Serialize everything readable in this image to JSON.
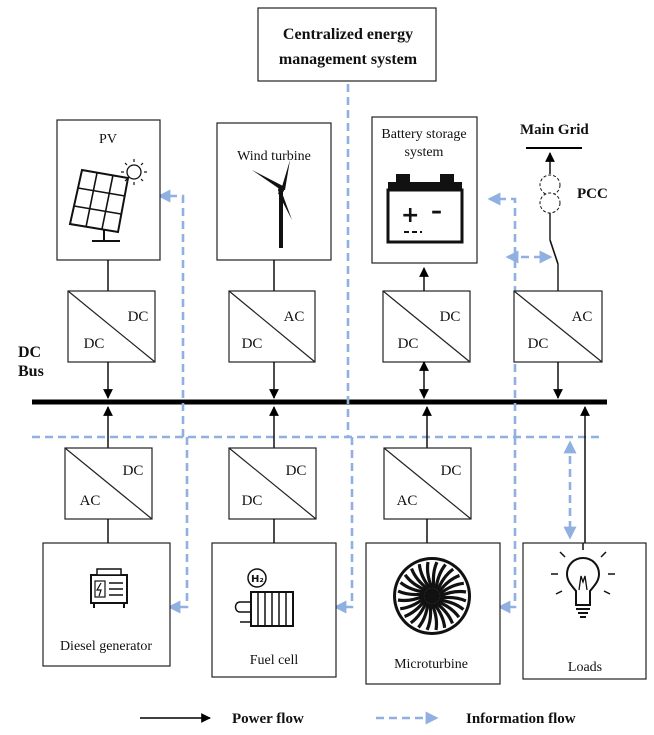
{
  "diagram": {
    "cems_title_line1": "Centralized energy",
    "cems_title_line2": "management system",
    "dc_bus_line1": "DC",
    "dc_bus_line2": "Bus",
    "main_grid": "Main Grid",
    "pcc": "PCC",
    "top_sources": [
      {
        "label": "PV",
        "label2": "",
        "conv_top": "DC",
        "conv_bottom": "DC"
      },
      {
        "label": "Wind turbine",
        "label2": "",
        "conv_top": "AC",
        "conv_bottom": "DC"
      },
      {
        "label": "Battery storage",
        "label2": "system",
        "conv_top": "DC",
        "conv_bottom": "DC"
      },
      {
        "label": "",
        "label2": "",
        "conv_top": "AC",
        "conv_bottom": "DC"
      }
    ],
    "bottom_sources": [
      {
        "label": "Diesel generator",
        "conv_top": "DC",
        "conv_bottom": "AC"
      },
      {
        "label": "Fuel cell",
        "conv_top": "DC",
        "conv_bottom": "DC"
      },
      {
        "label": "Microturbine",
        "conv_top": "DC",
        "conv_bottom": "AC"
      },
      {
        "label": "Loads"
      }
    ]
  },
  "legend": {
    "power_flow": "Power flow",
    "information_flow": "Information flow"
  },
  "colors": {
    "information_flow": "#8fb0e0",
    "power_flow": "#000000"
  }
}
